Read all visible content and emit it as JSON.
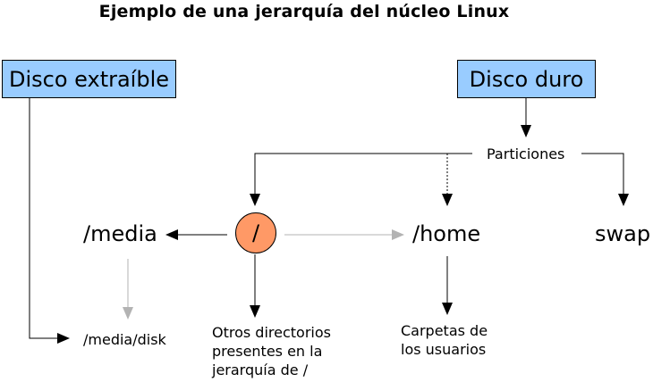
{
  "title": "Ejemplo de una jerarquía del núcleo Linux",
  "boxes": {
    "removable_disk": "Disco extraíble",
    "hard_disk": "Disco duro"
  },
  "nodes": {
    "partitions": "Particiones",
    "root": "/",
    "media": "/media",
    "home": "/home",
    "swap": "swap",
    "media_disk": "/media/disk",
    "other_dirs": [
      "Otros directorios",
      "presentes en la",
      "jerarquía de /"
    ],
    "user_folders": [
      "Carpetas de",
      "los usuarios"
    ]
  },
  "colors": {
    "box_fill": "#99ccff",
    "root_fill": "#ff9966",
    "arrow_dark": "#000000",
    "arrow_light": "#b3b3b3"
  }
}
